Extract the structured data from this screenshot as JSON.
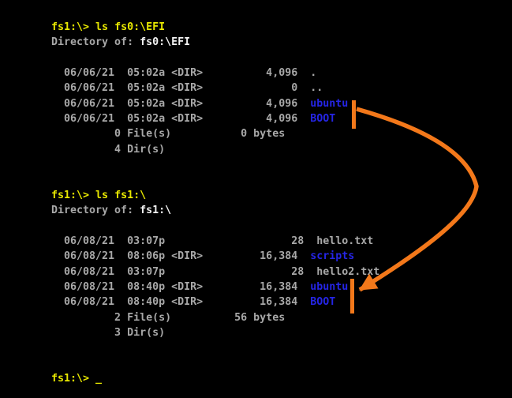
{
  "colors": {
    "background": "#000000",
    "text_gray": "#a8a8a8",
    "text_white": "#f2f2f2",
    "prompt_yellow": "#e8e800",
    "dir_blue": "#2525e6",
    "arrow_orange": "#f3781a"
  },
  "terminal": {
    "lines": [
      [
        {
          "n": "prompt",
          "t": "fs1:\\> ",
          "c": "yellow"
        },
        {
          "n": "command",
          "t": "ls fs0:\\EFI",
          "c": "yellow"
        }
      ],
      [
        {
          "n": "directory-of-label",
          "t": "Directory of: ",
          "c": "gray"
        },
        {
          "n": "directory-path",
          "t": "fs0:\\EFI",
          "c": "white"
        }
      ],
      [],
      [
        {
          "n": "file-row",
          "t": "  06/06/21  05:02a <DIR>          4,096  .",
          "c": "gray"
        }
      ],
      [
        {
          "n": "file-row",
          "t": "  06/06/21  05:02a <DIR>              0  ..",
          "c": "gray"
        }
      ],
      [
        {
          "n": "file-row",
          "t": "  06/06/21  05:02a <DIR>          4,096  ",
          "c": "gray"
        },
        {
          "n": "dirname-ubuntu",
          "t": "ubuntu",
          "c": "blue"
        }
      ],
      [
        {
          "n": "file-row",
          "t": "  06/06/21  05:02a <DIR>          4,096  ",
          "c": "gray"
        },
        {
          "n": "dirname-boot",
          "t": "BOOT",
          "c": "blue"
        }
      ],
      [
        {
          "n": "summary-files",
          "t": "          0 File(s)           0 bytes",
          "c": "gray"
        }
      ],
      [
        {
          "n": "summary-dirs",
          "t": "          4 Dir(s)",
          "c": "gray"
        }
      ],
      [],
      [],
      [
        {
          "n": "prompt",
          "t": "fs1:\\> ",
          "c": "yellow"
        },
        {
          "n": "command",
          "t": "ls fs1:\\",
          "c": "yellow"
        }
      ],
      [
        {
          "n": "directory-of-label",
          "t": "Directory of: ",
          "c": "gray"
        },
        {
          "n": "directory-path",
          "t": "fs1:\\",
          "c": "white"
        }
      ],
      [],
      [
        {
          "n": "file-row",
          "t": "  06/08/21  03:07p                    28  hello.txt",
          "c": "gray"
        }
      ],
      [
        {
          "n": "file-row",
          "t": "  06/08/21  08:06p <DIR>         16,384  ",
          "c": "gray"
        },
        {
          "n": "dirname-scripts",
          "t": "scripts",
          "c": "blue"
        }
      ],
      [
        {
          "n": "file-row",
          "t": "  06/08/21  03:07p                    28  hello2.txt",
          "c": "gray"
        }
      ],
      [
        {
          "n": "file-row",
          "t": "  06/08/21  08:40p <DIR>         16,384  ",
          "c": "gray"
        },
        {
          "n": "dirname-ubuntu",
          "t": "ubuntu",
          "c": "blue"
        }
      ],
      [
        {
          "n": "file-row",
          "t": "  06/08/21  08:40p <DIR>         16,384  ",
          "c": "gray"
        },
        {
          "n": "dirname-boot",
          "t": "BOOT",
          "c": "blue"
        }
      ],
      [
        {
          "n": "summary-files",
          "t": "          2 File(s)          56 bytes",
          "c": "gray"
        }
      ],
      [
        {
          "n": "summary-dirs",
          "t": "          3 Dir(s)",
          "c": "gray"
        }
      ],
      [],
      [],
      [
        {
          "n": "prompt",
          "t": "fs1:\\> ",
          "c": "yellow"
        },
        {
          "n": "cursor",
          "t": "_",
          "c": "cursor"
        }
      ]
    ]
  },
  "annotation": {
    "description": "Curved orange arrow linking the ubuntu/BOOT directory rows of fs0:\\EFI to the ubuntu/BOOT directory rows of fs1:\\"
  }
}
